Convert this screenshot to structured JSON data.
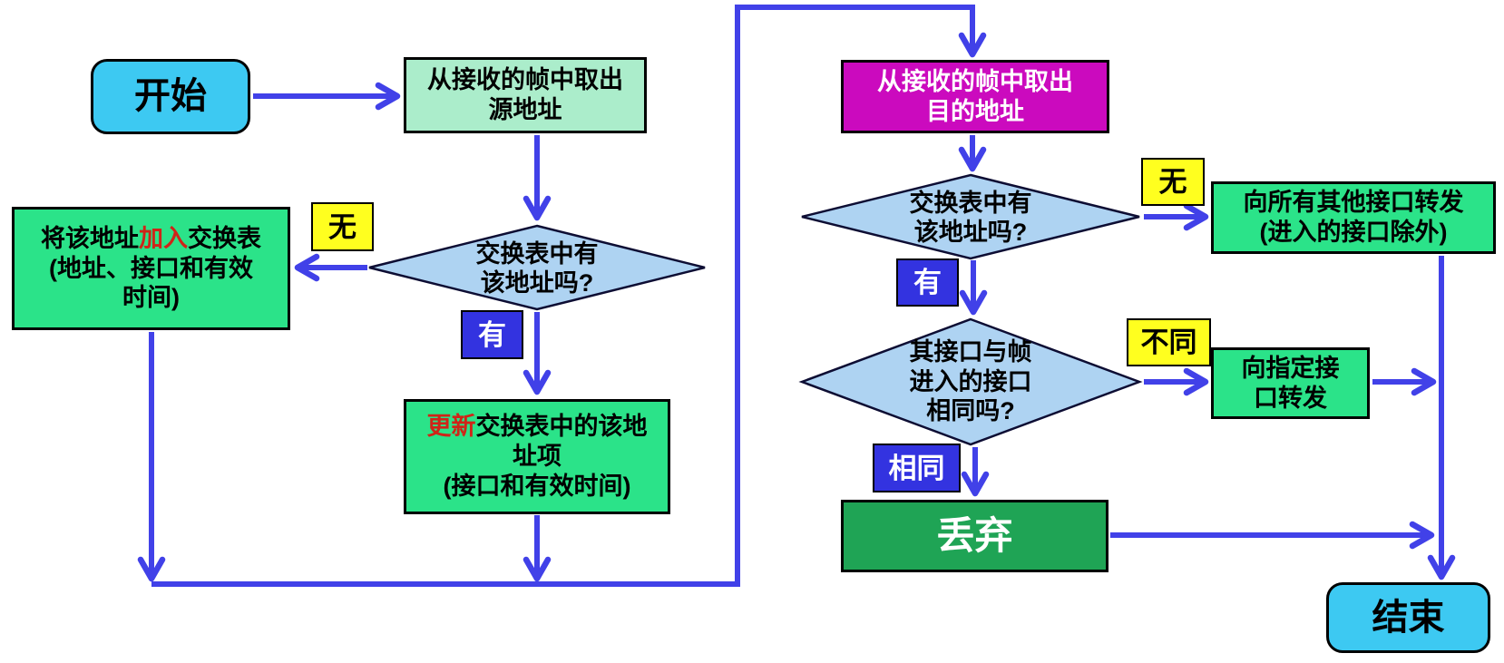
{
  "nodes": {
    "start": {
      "label": "开始"
    },
    "extract_source": {
      "line1": "从接收的帧中取出",
      "line2": "源地址"
    },
    "decision_source": {
      "line1": "交换表中有",
      "line2": "该地址吗?"
    },
    "add_entry": {
      "seg1": "将该地址",
      "seg2_red": "加入",
      "seg3": "交换表",
      "line2": "(地址、接口和有效",
      "line3": "时间)"
    },
    "update_entry": {
      "seg1_red": "更新",
      "seg2": "交换表中的该地",
      "line2": "址项",
      "line3": "(接口和有效时间)"
    },
    "extract_dest": {
      "line1": "从接收的帧中取出",
      "line2": "目的地址"
    },
    "decision_dest": {
      "line1": "交换表中有",
      "line2": "该地址吗?"
    },
    "forward_all": {
      "line1": "向所有其他接口转发",
      "line2": "(进入的接口除外)"
    },
    "decision_port": {
      "line1": "其接口与帧",
      "line2": "进入的接口",
      "line3": "相同吗?"
    },
    "forward_port": {
      "line1": "向指定接",
      "line2": "口转发"
    },
    "discard": {
      "label": "丢弃"
    },
    "end": {
      "label": "结束"
    }
  },
  "edge_labels": {
    "source_absent": "无",
    "source_present": "有",
    "dest_absent": "无",
    "dest_present": "有",
    "port_different": "不同",
    "port_same": "相同"
  },
  "colors": {
    "arrow_blue": "#4141e8",
    "terminal_cyan": "#3dc9f2",
    "process_green": "#2be389",
    "extract_source_mint": "#abedcb",
    "extract_dest_magenta": "#cb0abe",
    "discard_green": "#1fa455",
    "decision_fill_blue": "#aed3f2",
    "label_yellow": "#ffff1f",
    "label_blue": "#3333e0",
    "highlight_red": "#d02418"
  }
}
